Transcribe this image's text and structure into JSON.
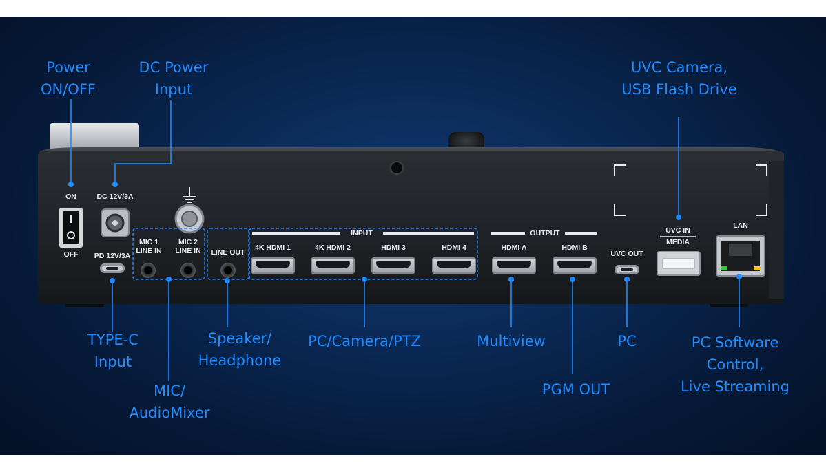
{
  "callouts": {
    "power_onoff": [
      "Power",
      "ON/OFF"
    ],
    "dc_power_input": [
      "DC Power",
      "Input"
    ],
    "uvc_camera": [
      "UVC Camera,",
      "USB Flash Drive"
    ],
    "type_c_input": [
      "TYPE-C",
      "Input"
    ],
    "mic_audiomixer": [
      "MIC/",
      "AudioMixer"
    ],
    "speaker_headphone": [
      "Speaker/",
      "Headphone"
    ],
    "pc_camera_ptz": [
      "PC/Camera/PTZ"
    ],
    "multiview": [
      "Multiview"
    ],
    "pgm_out": [
      "PGM OUT"
    ],
    "pc": [
      "PC"
    ],
    "pc_software": [
      "PC Software",
      "Control,",
      "Live Streaming"
    ]
  },
  "panel_labels": {
    "on": "ON",
    "off": "OFF",
    "dc": "DC 12V/3A",
    "pd": "PD 12V/3A",
    "mic1": [
      "MIC 1",
      "LINE IN"
    ],
    "mic2": [
      "MIC 2",
      "LINE IN"
    ],
    "line_out": "LINE OUT",
    "input": "INPUT",
    "hdmi1": "4K HDMI 1",
    "hdmi2": "4K HDMI 2",
    "hdmi3": "HDMI 3",
    "hdmi4": "HDMI 4",
    "output": "OUTPUT",
    "hdmi_a": "HDMI A",
    "hdmi_b": "HDMI B",
    "uvc_out": "UVC OUT",
    "uvc_in": "UVC IN",
    "media": "MEDIA",
    "lan": "LAN"
  },
  "colors": {
    "accent": "#1f8bff",
    "background": "#0b2a57",
    "device": "#1c1f23"
  }
}
